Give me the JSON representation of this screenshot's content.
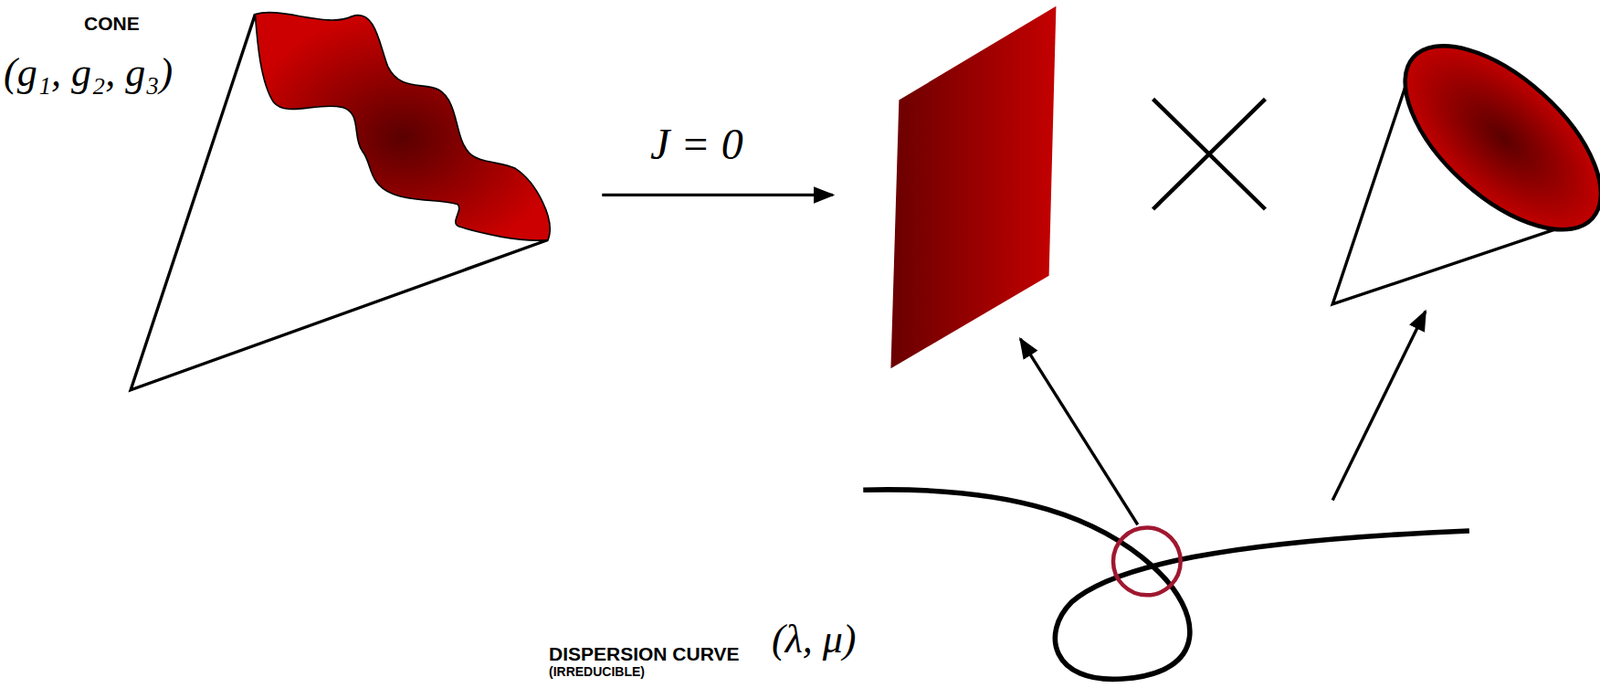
{
  "diagram": {
    "labels": [
      "CONE",
      "(g₁, g₂, g₃)",
      "J = 0",
      "DISPERSION CURVE",
      "(λ, μ)",
      "(IRREDUCIBLE)"
    ]
  }
}
